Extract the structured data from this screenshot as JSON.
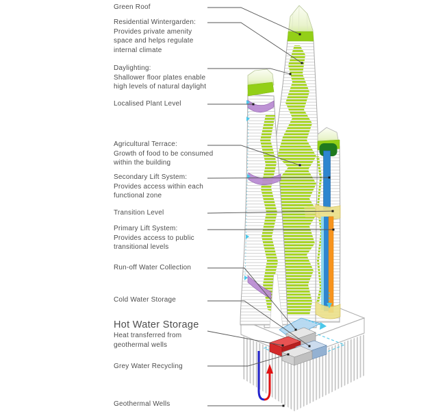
{
  "labels": [
    {
      "id": "green-roof",
      "heading": "Green Roof",
      "body": ""
    },
    {
      "id": "residential-wintergarden",
      "heading": "Residential Wintergarden:",
      "body": "Provides private amenity\nspace and helps regulate\ninternal climate"
    },
    {
      "id": "daylighting",
      "heading": "Daylighting:",
      "body": "Shallower floor plates enable\nhigh levels of natural daylight"
    },
    {
      "id": "localised-plant-level",
      "heading": "Localised Plant Level",
      "body": ""
    },
    {
      "id": "agricultural-terrace",
      "heading": "Agricultural Terrace:",
      "body": "Growth of food to be consumed\nwithin the building"
    },
    {
      "id": "secondary-lift-system",
      "heading": "Secondary Lift System:",
      "body": "Provides access within each\nfunctional zone"
    },
    {
      "id": "transition-level",
      "heading": "Transition Level",
      "body": ""
    },
    {
      "id": "primary-lift-system",
      "heading": "Primary Lift System:",
      "body": "Provides access to public\ntransitional levels"
    },
    {
      "id": "run-off-water-collection",
      "heading": "Run-off Water Collection",
      "body": ""
    },
    {
      "id": "cold-water-storage",
      "heading": "Cold Water Storage",
      "body": ""
    },
    {
      "id": "hot-water-storage",
      "heading": "Hot Water Storage",
      "body": "Heat transferred from\ngeothermal wells"
    },
    {
      "id": "grey-water-recycling",
      "heading": "Grey Water Recycling",
      "body": ""
    },
    {
      "id": "geothermal-wells",
      "heading": "Geothermal Wells",
      "body": ""
    }
  ],
  "illustration": {
    "components": [
      {
        "name": "green-roof-band",
        "color": "#93cf17"
      },
      {
        "name": "wintergarden-crown",
        "color": "#e8f4cb"
      },
      {
        "name": "agricultural-terraces",
        "color": "#a3d414"
      },
      {
        "name": "localised-plant-band",
        "color": "#b98ad2"
      },
      {
        "name": "secondary-lift-shaft",
        "color": "#2e86cf"
      },
      {
        "name": "transition-level-band",
        "color": "#ece089"
      },
      {
        "name": "primary-lift-shaft",
        "color": "#f7941e"
      },
      {
        "name": "runoff-collection-plate",
        "color": "#b5d9f2"
      },
      {
        "name": "cold-water-tank",
        "color": "#aac3de"
      },
      {
        "name": "hot-water-tank",
        "color": "#d42a2a"
      },
      {
        "name": "grey-water-tank",
        "color": "#d0d0d0"
      },
      {
        "name": "geothermal-wells",
        "color": "#c6c6c6"
      },
      {
        "name": "geothermal-loop-cold",
        "color": "#2222cc"
      },
      {
        "name": "geothermal-loop-hot",
        "color": "#e01212"
      },
      {
        "name": "water-flow-lines",
        "color": "#4cc8ea"
      }
    ]
  }
}
